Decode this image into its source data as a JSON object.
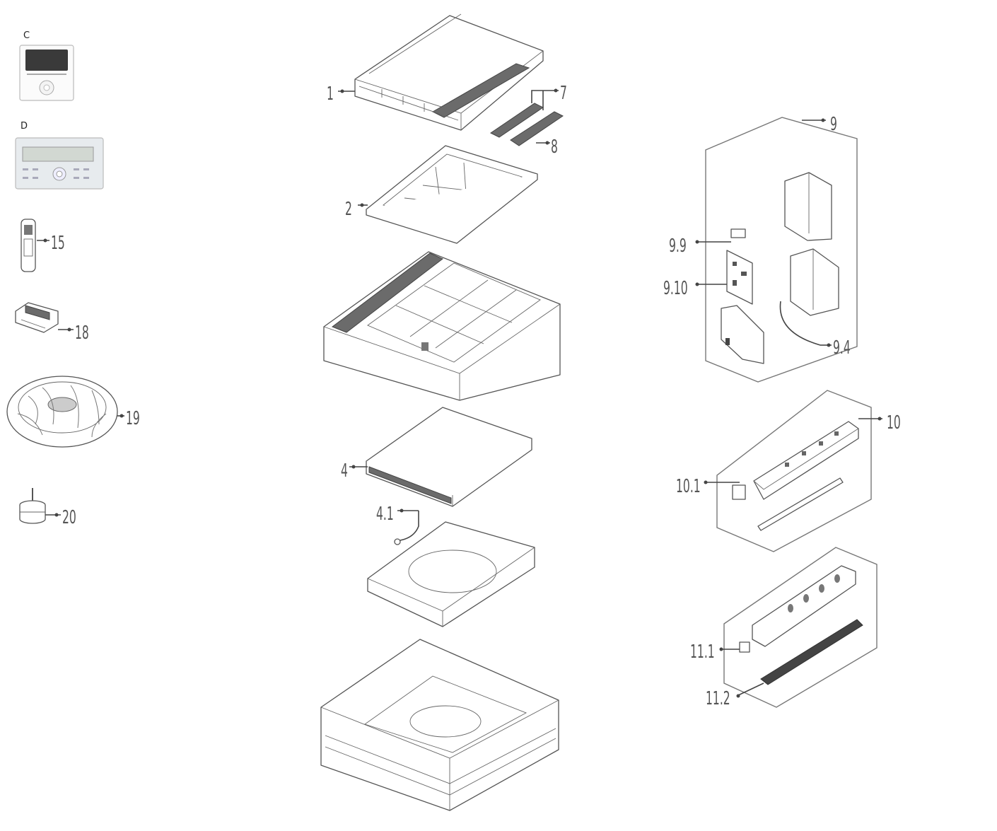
{
  "panel_labels": {
    "c": "C",
    "d": "D"
  },
  "controller_d": {
    "brand_text": "",
    "screen_text": ""
  },
  "parts": {
    "p1": "1",
    "p2": "2",
    "p4": "4",
    "p4_1": "4.1",
    "p7": "7",
    "p8": "8",
    "p9": "9",
    "p9_9": "9.9",
    "p9_10": "9.10",
    "p9_4": "9.4",
    "p10": "10",
    "p10_1": "10.1",
    "p11_1": "11.1",
    "p11_2": "11.2",
    "p15": "15",
    "p18": "18",
    "p19": "19",
    "p20": "20"
  },
  "colors": {
    "line": "#444444",
    "part_stroke": "#555555",
    "controller_screen": "#3a3a3a"
  }
}
